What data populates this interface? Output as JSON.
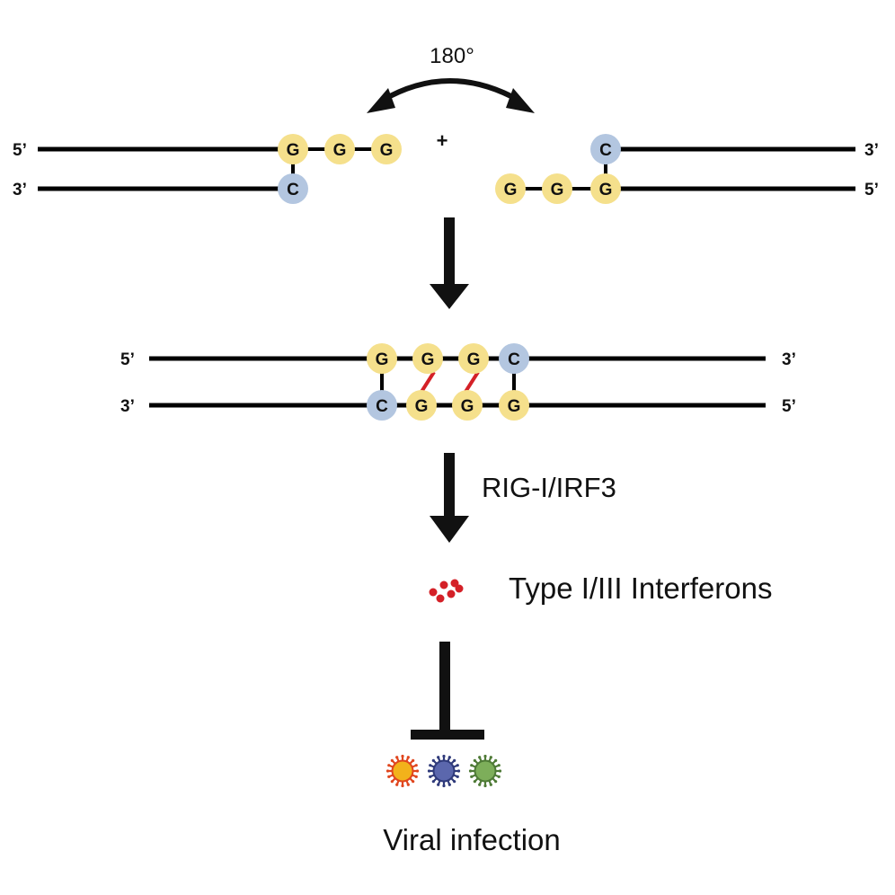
{
  "rotation_label": "180°",
  "plus_sign": "+",
  "ends": {
    "five_prime": "5’",
    "three_prime": "3’"
  },
  "nucleotides": {
    "g": "G",
    "c": "C"
  },
  "pathway_label": "RIG-I/IRF3",
  "interferon_label": "Type I/III Interferons",
  "outcome_label": "Viral infection",
  "colors": {
    "guanine_fill": "#f5e08c",
    "cytosine_fill": "#b3c6e0",
    "strand": "#000000",
    "non_canonical_pair": "#d42027",
    "interferon_dots": "#d42027",
    "virus_1": "#f2b21b",
    "virus_1_spikes": "#e0461e",
    "virus_2": "#5b67ad",
    "virus_2_spikes": "#2f3a7a",
    "virus_3": "#7dae5a",
    "virus_3_spikes": "#4e7a36"
  }
}
